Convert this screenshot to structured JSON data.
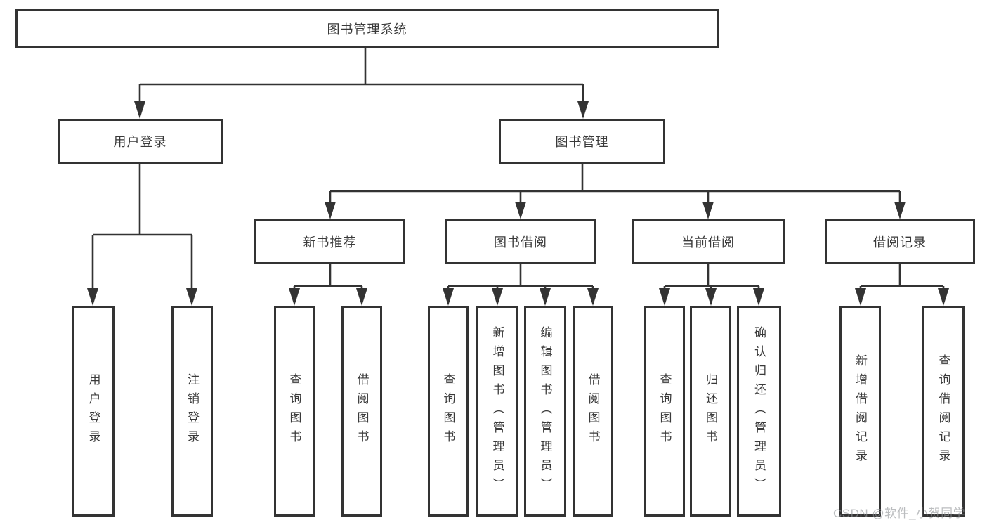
{
  "tree": {
    "label": "图书管理系统",
    "children": [
      {
        "label": "用户登录",
        "children": [
          {
            "label": "用户登录"
          },
          {
            "label": "注销登录"
          }
        ]
      },
      {
        "label": "图书管理",
        "children": [
          {
            "label": "新书推荐",
            "children": [
              {
                "label": "查询图书"
              },
              {
                "label": "借阅图书"
              }
            ]
          },
          {
            "label": "图书借阅",
            "children": [
              {
                "label": "查询图书"
              },
              {
                "label": "新增图书（管理员）"
              },
              {
                "label": "编辑图书（管理员）"
              },
              {
                "label": "借阅图书"
              }
            ]
          },
          {
            "label": "当前借阅",
            "children": [
              {
                "label": "查询图书"
              },
              {
                "label": "归还图书"
              },
              {
                "label": "确认归还（管理员）"
              }
            ]
          },
          {
            "label": "借阅记录",
            "children": [
              {
                "label": "新增借阅记录"
              },
              {
                "label": "查询借阅记录"
              }
            ]
          }
        ]
      }
    ]
  },
  "watermark": {
    "text": "CSDN @软件_小贺同学",
    "color": "#919498"
  },
  "colors": {
    "line": "#333333",
    "box_border": "#333333",
    "text": "#3a3a3a",
    "background": "#ffffff"
  }
}
